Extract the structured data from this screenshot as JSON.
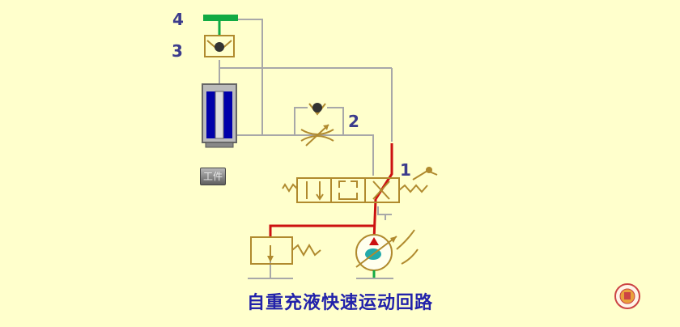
{
  "title": "自重充液快速运动回路",
  "labels": {
    "l1": "1",
    "l2": "2",
    "l3": "3",
    "l4": "4"
  },
  "workpiece": "工件",
  "colors": {
    "background": "#ffffcc",
    "line": "#a8a8a8",
    "pressure_line": "#cc1111",
    "cylinder": "#0000aa",
    "component": "#b08a2e",
    "rod_top": "#11aa44",
    "motor": "#22aaaa",
    "title": "#2222aa",
    "label": "#3c3c8c"
  },
  "icons": [
    "check-valve-icon",
    "throttle-valve-icon",
    "relief-valve-icon",
    "pump-icon",
    "lever-icon",
    "seal-logo-icon"
  ]
}
